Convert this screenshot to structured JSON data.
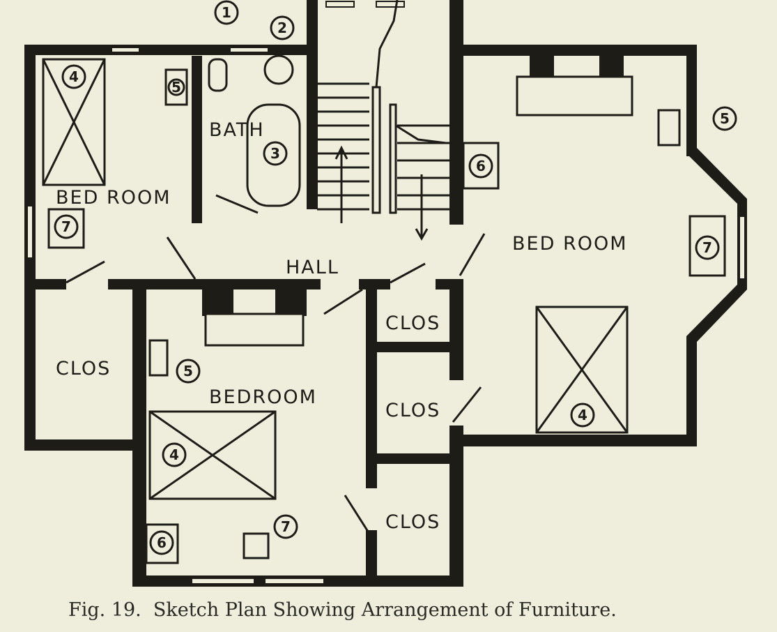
{
  "rooms": {
    "bed_room_left": "BED ROOM",
    "bath": "BATH",
    "hall": "HALL",
    "bed_room_right": "BED ROOM",
    "bedroom_lower": "BEDROOM",
    "clos_left": "CLOS",
    "clos_1": "CLOS",
    "clos_2": "CLOS",
    "clos_3": "CLOS"
  },
  "markers": {
    "m1": "1",
    "m2": "2",
    "m3": "3",
    "m4": "4",
    "m5": "5",
    "m6": "6",
    "m7": "7"
  },
  "caption": "Fig. 19.  Sketch Plan Showing Arrangement of Furniture.",
  "colors": {
    "paper": "#efeedc",
    "ink": "#1d1c17"
  }
}
